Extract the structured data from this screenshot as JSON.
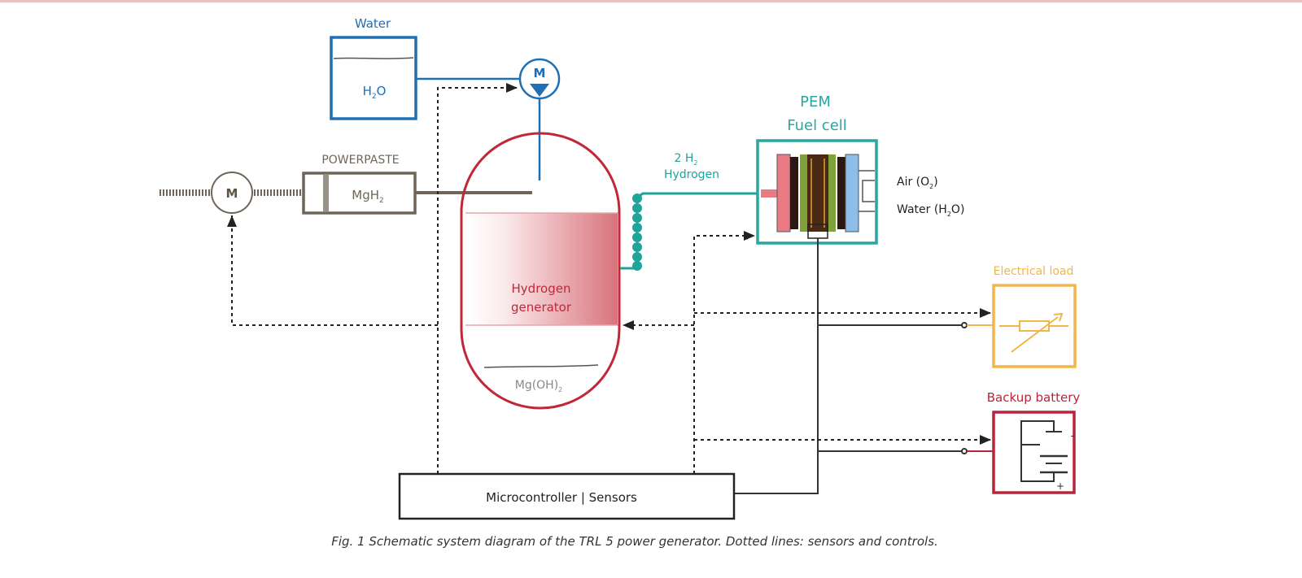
{
  "water_tank": {
    "label": "Water",
    "content": "H",
    "content_sub": "2",
    "content_tail": "O"
  },
  "pump": {
    "symbol": "M"
  },
  "motor": {
    "symbol": "M"
  },
  "powerpaste": {
    "label": "POWERPASTE",
    "content": "MgH",
    "content_sub": "2"
  },
  "generator": {
    "line1": "Hydrogen",
    "line2": "generator",
    "residue": "Mg(OH)",
    "residue_sub": "2"
  },
  "hydrogen_flow": {
    "line1": "2 H",
    "line1_sub": "2",
    "line2": "Hydrogen"
  },
  "fuel_cell": {
    "title1": "PEM",
    "title2": "Fuel cell",
    "air": "Air (O",
    "air_sub": "2",
    "air_tail": ")",
    "water": "Water (H",
    "water_sub": "2",
    "water_tail": "O)"
  },
  "electrical_load": {
    "label": "Electrical load"
  },
  "battery": {
    "label": "Backup battery",
    "minus": "-",
    "plus": "+"
  },
  "controller": {
    "label": "Microcontroller | Sensors"
  },
  "caption": "Fig. 1 Schematic system diagram of the TRL 5 power generator. Dotted lines: sensors and controls.",
  "colors": {
    "water": "#1f6fb4",
    "generator": "#c0283a",
    "hydrogen": "#1fa39a",
    "powerpaste": "#6e6558",
    "load": "#f0b64a",
    "battery": "#b5263c",
    "controls": "#222222"
  }
}
